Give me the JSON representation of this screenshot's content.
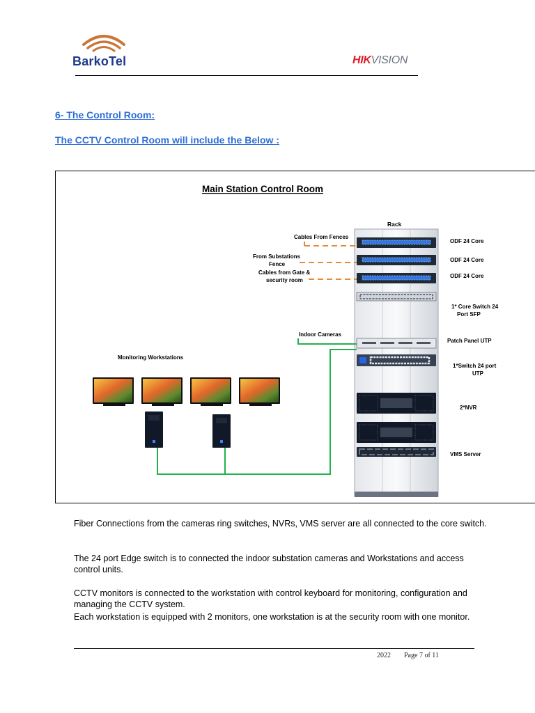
{
  "header": {
    "left_logo_text": "BarkoTel",
    "right_logo_text_red": "HIK",
    "right_logo_text_gray": "VISION"
  },
  "section": {
    "title": "6- The Control Room:",
    "subtitle": "The CCTV Control Room will include the Below :"
  },
  "diagram": {
    "title": "Main Station Control Room",
    "rack_label": "Rack",
    "left_labels": {
      "cables_fences": "Cables From Fences",
      "substations_line1": "From Substations",
      "substations_line2": "Fence",
      "gate_line1": "Cables from Gate &",
      "gate_line2": "security room",
      "indoor_cameras": "Indoor Cameras",
      "workstations": "Monitoring Workstations"
    },
    "right_labels": {
      "odf1": "ODF 24 Core",
      "odf2": "ODF 24 Core",
      "odf3": "ODF 24 Core",
      "core_switch_line1": "1* Core Switch 24",
      "core_switch_line2": "Port SFP",
      "patch_panel": "Patch Panel UTP",
      "switch_line1": "1*Switch 24 port",
      "switch_line2": "UTP",
      "nvr": "2*NVR",
      "vms": "VMS Server"
    },
    "colors": {
      "dash_orange": "#e07a1f",
      "link_green": "#22b14c",
      "rack_edge": "#9ca3af"
    }
  },
  "paragraphs": {
    "p1": "Fiber Connections from the cameras ring switches, NVRs, VMS server are all connected to the core switch.",
    "p2": "The 24 port Edge switch is to connected the indoor substation cameras and Workstations and access control units.",
    "p3": "CCTV monitors is connected to the workstation with control keyboard for monitoring, configuration and managing the CCTV system.",
    "p4": "Each workstation is equipped with 2 monitors, one workstation is at the security room with one monitor."
  },
  "footer": {
    "year": "2022",
    "page": "Page  7 of 11"
  }
}
